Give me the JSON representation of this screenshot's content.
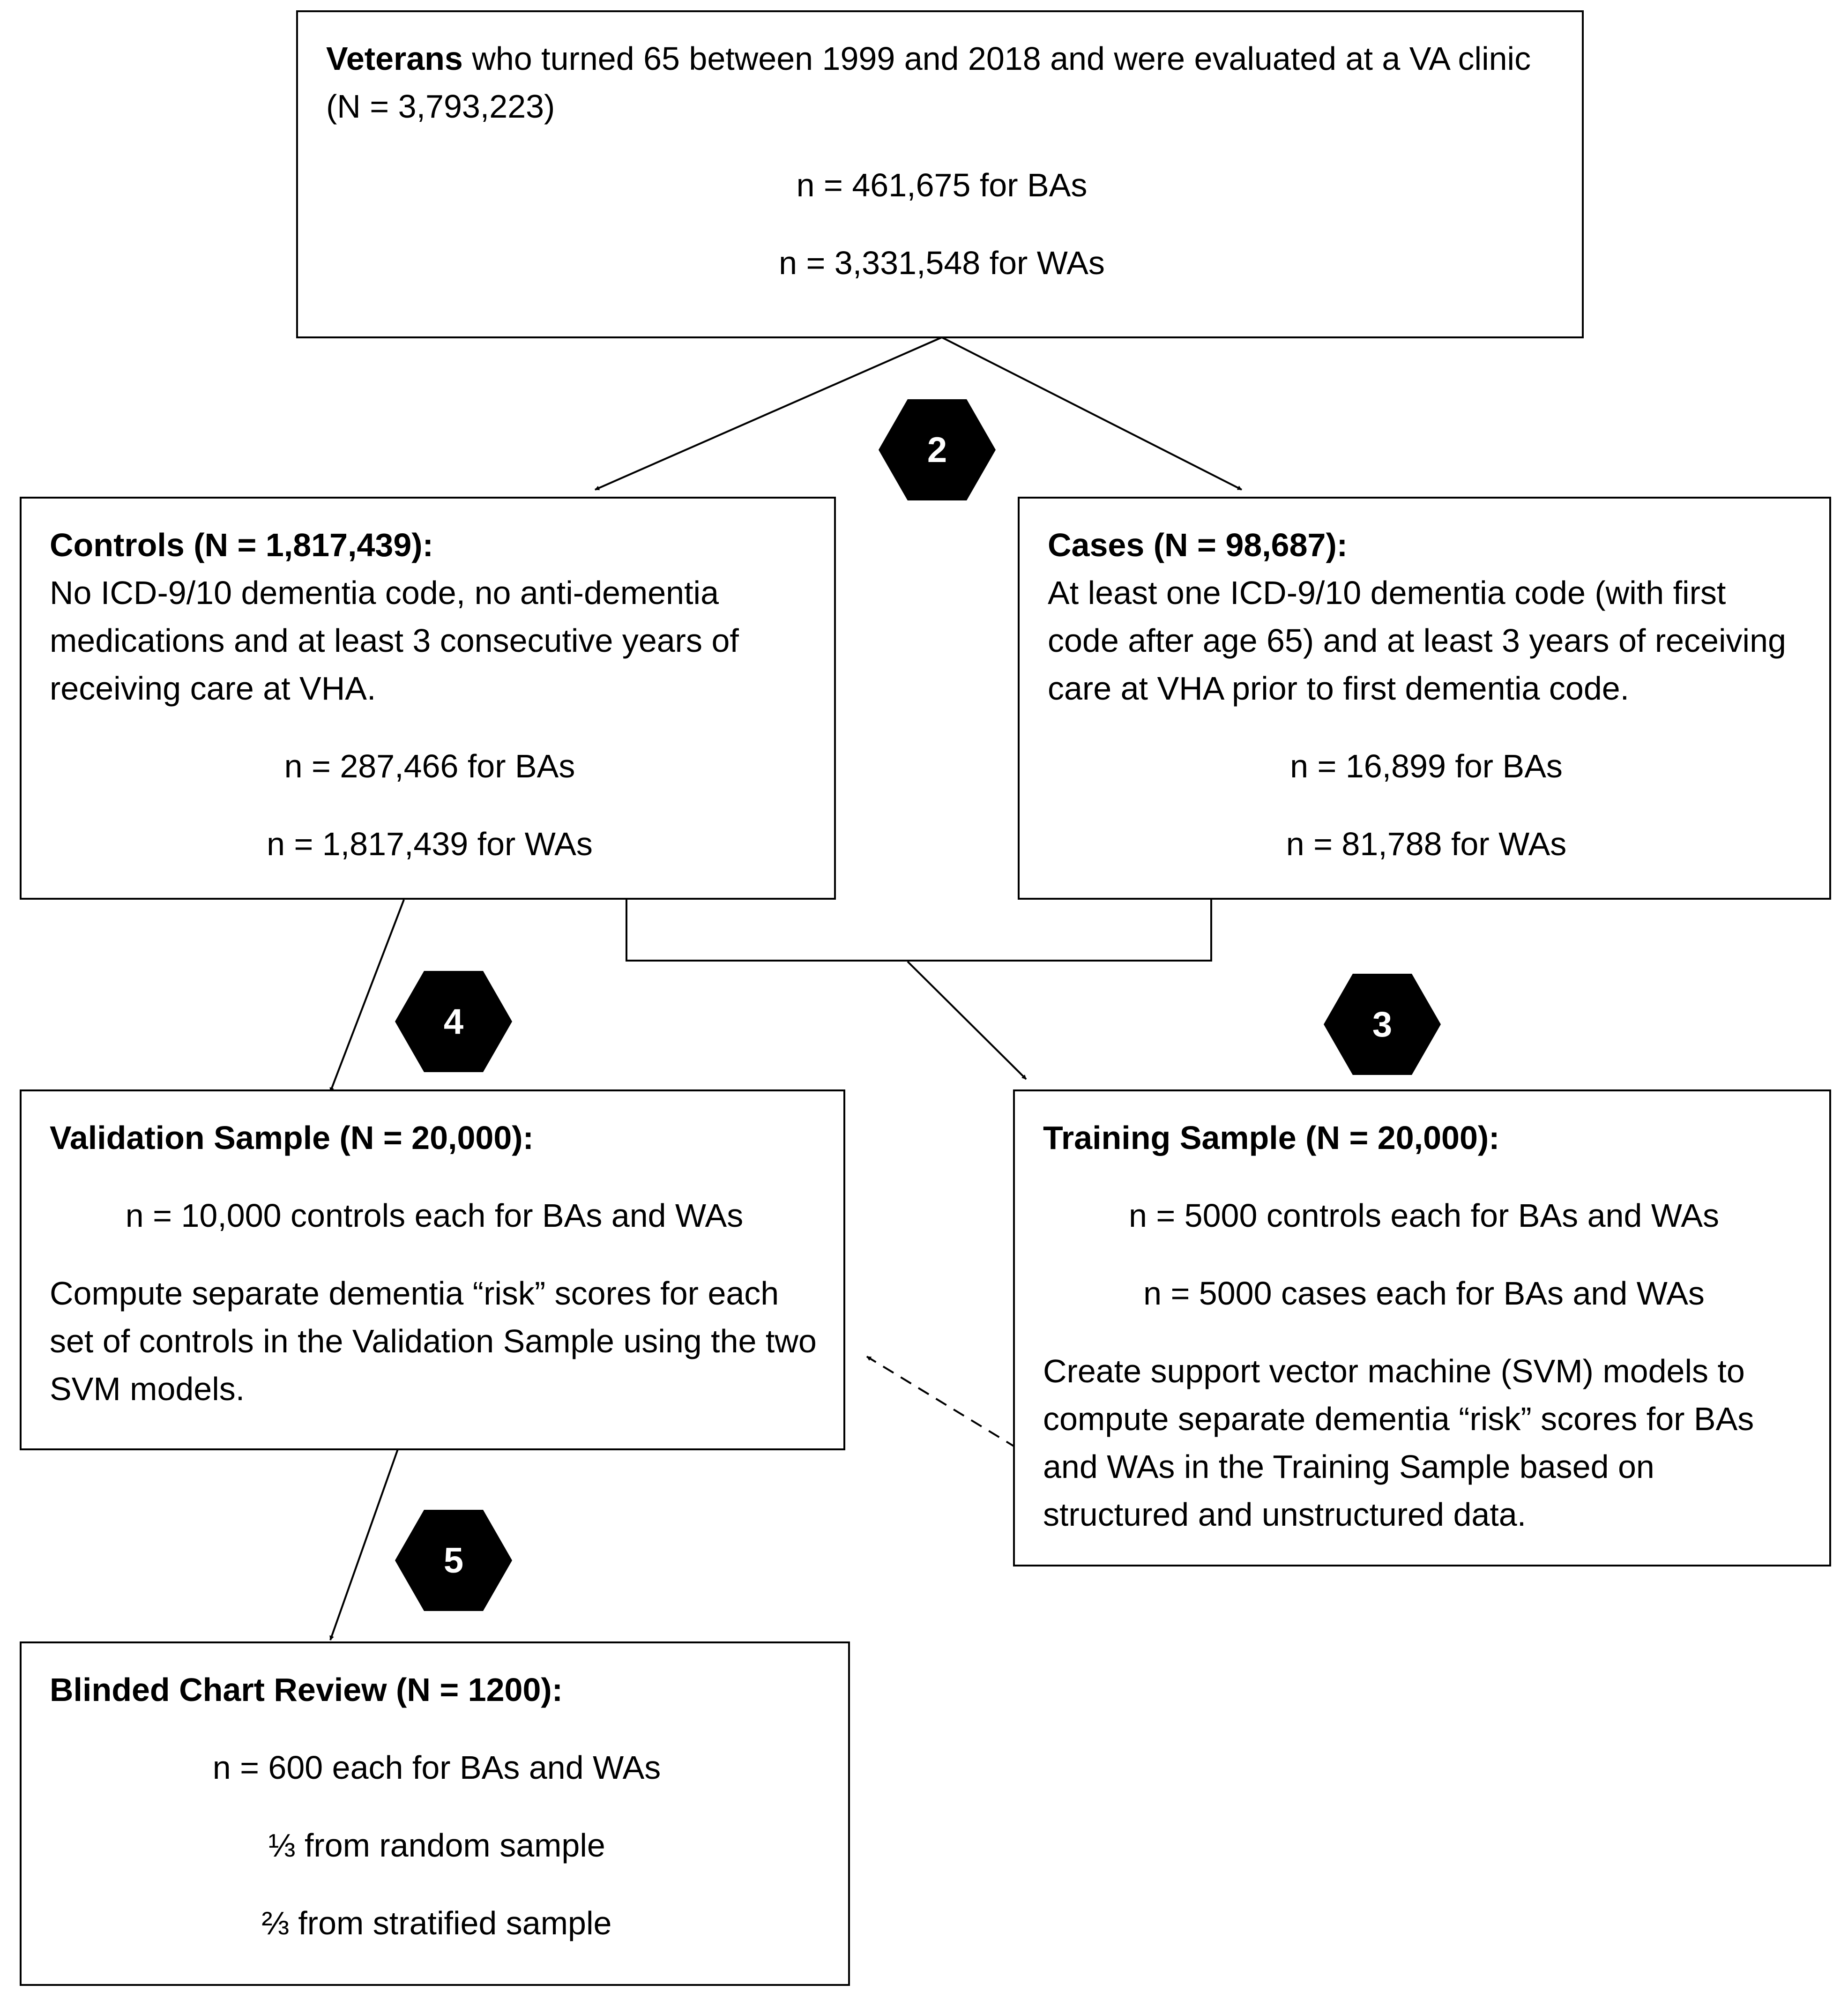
{
  "colors": {
    "line": "#000000",
    "box_fill": "#ffffff",
    "badge_fill": "#000000",
    "badge_text": "#ffffff"
  },
  "veterans": {
    "title": "Veterans",
    "text": " who turned 65 between 1999 and 2018 and were evaluated at a VA clinic (N = 3,793,223)",
    "ba": "n = 461,675 for BAs",
    "wa": "n = 3,331,548 for WAs"
  },
  "controls": {
    "title": "Controls (N = 1,817,439):",
    "text": "No ICD-9/10 dementia code, no anti-dementia medications and at least 3 consecutive years of receiving care at VHA.",
    "ba": "n = 287,466 for BAs",
    "wa": "n = 1,817,439 for WAs"
  },
  "cases": {
    "title": "Cases (N = 98,687):",
    "text": "At least one ICD-9/10 dementia code (with first code after age 65) and at least 3 years of receiving care at VHA prior to first dementia code.",
    "ba": "n = 16,899 for BAs",
    "wa": "n = 81,788 for WAs"
  },
  "validation": {
    "title": "Validation Sample (N = 20,000):",
    "line1": "n = 10,000 controls each for BAs and WAs",
    "text": "Compute separate dementia “risk” scores for each set of controls in the Validation Sample using the two SVM models."
  },
  "training": {
    "title": "Training Sample (N = 20,000):",
    "line1": "n = 5000 controls each for BAs and WAs",
    "line2": "n = 5000 cases each for BAs and WAs",
    "text": "Create support vector machine (SVM) models to compute separate dementia “risk” scores for BAs and WAs in the Training Sample based on structured and unstructured data."
  },
  "review": {
    "title": "Blinded Chart Review (N = 1200):",
    "line1": "n = 600 each for BAs and WAs",
    "line2": "⅓ from random sample",
    "line3": "⅔ from stratified sample"
  },
  "steps": {
    "s2": "2",
    "s3": "3",
    "s4": "4",
    "s5": "5"
  }
}
